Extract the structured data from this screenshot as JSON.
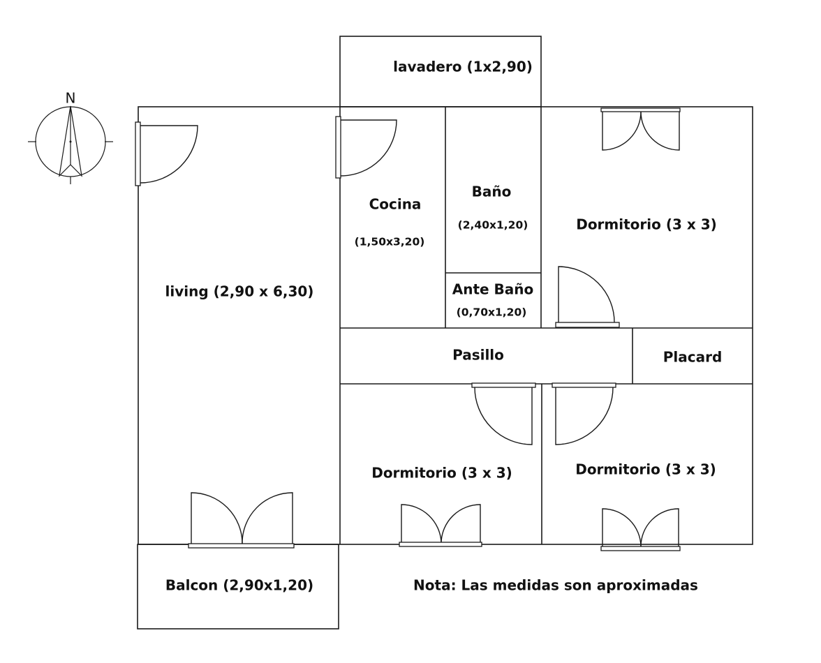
{
  "compass": {
    "north_letter": "N"
  },
  "rooms": {
    "lavadero": {
      "label": "lavadero (1x2,90)"
    },
    "living": {
      "label": "living (2,90 x 6,30)"
    },
    "cocina": {
      "label": "Cocina",
      "dims": "(1,50x3,20)"
    },
    "bano": {
      "label": "Baño",
      "dims": "(2,40x1,20)"
    },
    "ante_bano": {
      "label": "Ante Baño",
      "dims": "(0,70x1,20)"
    },
    "dormitorio_ne": {
      "label": "Dormitorio (3 x 3)"
    },
    "pasillo": {
      "label": "Pasillo"
    },
    "placard": {
      "label": "Placard"
    },
    "dormitorio_sc": {
      "label": "Dormitorio (3 x 3)"
    },
    "dormitorio_se": {
      "label": "Dormitorio (3 x 3)"
    },
    "balcon": {
      "label": "Balcon (2,90x1,20)"
    }
  },
  "note": "Nota: Las medidas son aproximadas"
}
